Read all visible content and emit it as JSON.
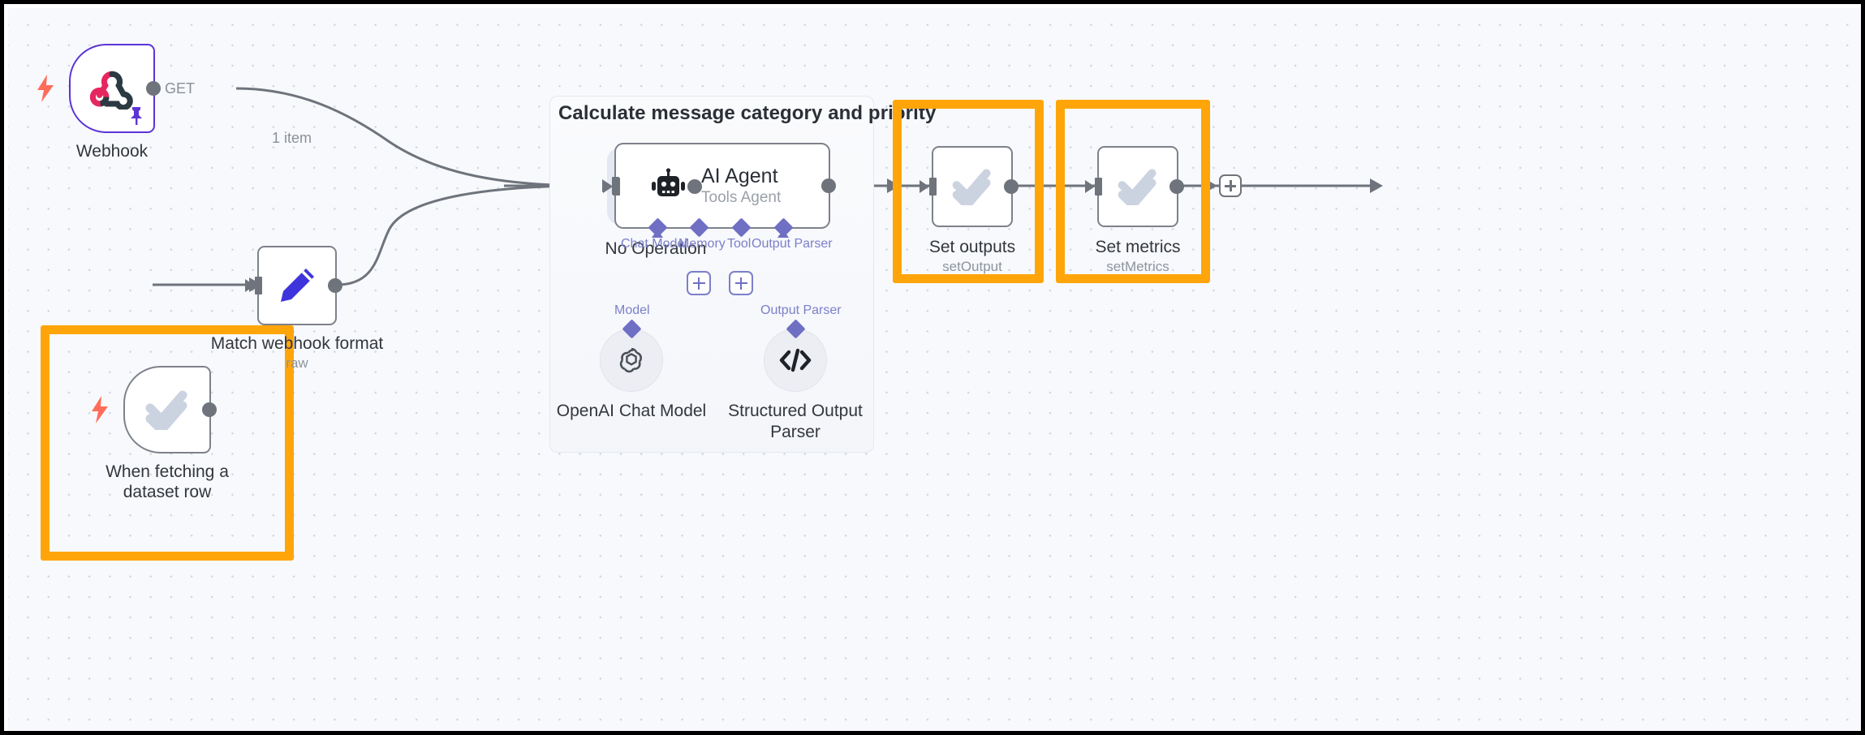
{
  "canvas": {
    "background_color": "#f7f9fc",
    "grid_dot_color": "#cfd6e0",
    "highlight_color": "#FFA50A"
  },
  "group": {
    "title": "Calculate message category and priority"
  },
  "nodes": {
    "webhook": {
      "label": "Webhook",
      "icon": "webhook-icon",
      "accent_color": "#5b34d6",
      "trigger": true,
      "pinned": true
    },
    "dataset_trigger": {
      "label": "When fetching a dataset row",
      "icon": "evaluation-check-icon",
      "trigger": true,
      "highlighted": true
    },
    "match_format": {
      "label": "Match webhook format",
      "subtitle": "raw",
      "icon": "edit-pencil-icon"
    },
    "no_operation": {
      "label": "No Operation",
      "icon": "arrow-right-icon",
      "selected": true
    },
    "ai_agent": {
      "label": "AI Agent",
      "subtitle": "Tools Agent",
      "icon": "robot-icon"
    },
    "set_outputs": {
      "label": "Set outputs",
      "subtitle": "setOutput",
      "icon": "evaluation-check-icon",
      "highlighted": true
    },
    "set_metrics": {
      "label": "Set metrics",
      "subtitle": "setMetrics",
      "icon": "evaluation-check-icon",
      "highlighted": true
    },
    "openai_chat_model": {
      "label": "OpenAI Chat Model",
      "icon": "openai-logo-icon"
    },
    "structured_output_parser": {
      "label": "Structured Output Parser",
      "icon": "code-brackets-icon"
    }
  },
  "agent_ports": {
    "chat_model": "Chat Model",
    "memory": "Memory",
    "tool": "Tool",
    "output_parser": "Output Parser"
  },
  "sub_edge_labels": {
    "model": "Model",
    "output_parser": "Output Parser"
  },
  "edges": {
    "webhook_method": "GET",
    "webhook_items": "1 item"
  },
  "buttons": {
    "add_memory": "+",
    "add_tool": "+",
    "add_next_node": "+"
  }
}
